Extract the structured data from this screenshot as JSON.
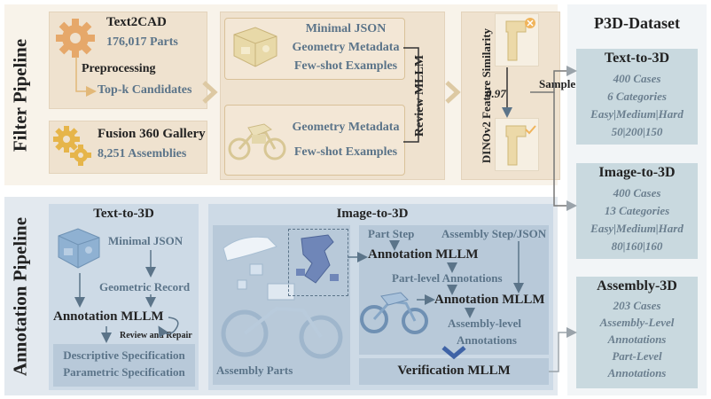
{
  "filter": {
    "title": "Filter Pipeline",
    "text2cad": {
      "name": "Text2CAD",
      "count": "176,017 Parts",
      "preprocessing": "Preprocessing",
      "topk": "Top-k Candidates"
    },
    "fusion": {
      "name": "Fusion 360 Gallery",
      "count": "8,251 Assemblies"
    },
    "part_box": [
      "Minimal JSON",
      "Geometry Metadata",
      "Few-shot Examples"
    ],
    "assembly_box": [
      "Geometry Metadata",
      "Few-shot Examples"
    ],
    "review": "Review MLLM",
    "dino": "DINOv2 Feature Similarity",
    "similarity": "0.97",
    "sample": "Sample"
  },
  "annotation": {
    "title": "Annotation Pipeline",
    "text_to_3d": {
      "title": "Text-to-3D",
      "minimal_json": "Minimal JSON",
      "geometric_record": "Geometric Record",
      "mllm": "Annotation MLLM",
      "review_repair": "Review and Repair",
      "spec1": "Descriptive Specification",
      "spec2": "Parametric Specification"
    },
    "image_to_3d": {
      "title": "Image-to-3D",
      "part_step": "Part Step",
      "assembly_step": "Assembly Step/JSON",
      "mllm1": "Annotation MLLM",
      "part_level": "Part-level Annotations",
      "mllm2": "Annotation MLLM",
      "assembly_level_1": "Assembly-level",
      "assembly_level_2": "Annotations",
      "assembly_parts": "Assembly Parts",
      "verification": "Verification MLLM"
    }
  },
  "dataset": {
    "title": "P3D-Dataset",
    "text_to_3d": {
      "title": "Text-to-3D",
      "lines": [
        "400 Cases",
        "6 Categories",
        "Easy|Medium|Hard",
        "50|200|150"
      ]
    },
    "image_to_3d": {
      "title": "Image-to-3D",
      "lines": [
        "400 Cases",
        "13 Categories",
        "Easy|Medium|Hard",
        "80|160|160"
      ]
    },
    "assembly_3d": {
      "title": "Assembly-3D",
      "lines": [
        "203 Cases",
        "Assembly-Level",
        "Annotations",
        "Part-Level",
        "Annotations"
      ]
    }
  },
  "colors": {
    "filter_bg": "#f8f3ea",
    "annot_bg": "#e3e9ef",
    "accent_tan": "#d9c199",
    "accent_blue": "#5b7489"
  }
}
